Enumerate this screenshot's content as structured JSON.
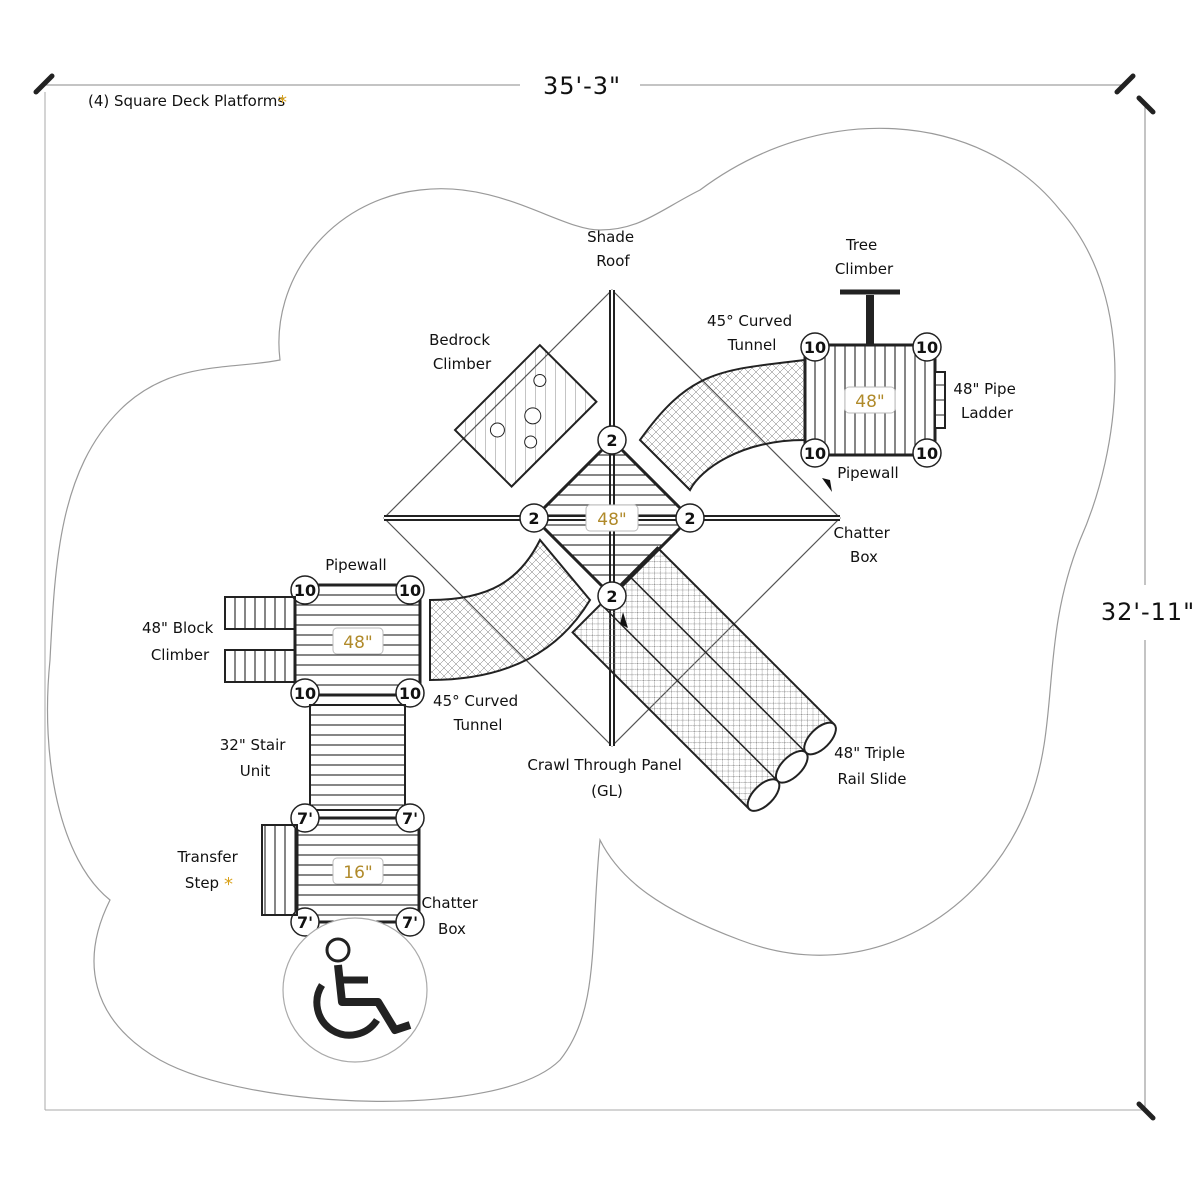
{
  "dimensions": {
    "width": "35'-3\"",
    "height": "32'-11\""
  },
  "legend": {
    "text": "(4) Square Deck Platforms",
    "marker": "*"
  },
  "colors": {
    "accent": "#d9a21c",
    "deck_label": "#b08a2a",
    "line": "#111111",
    "boundary": "#9a9a9a"
  },
  "decks": {
    "center": "48\"",
    "right": "48\"",
    "left": "48\"",
    "bottom": "16\""
  },
  "posts": {
    "center": "2",
    "right": "10",
    "left": "10",
    "bottom": "7'"
  },
  "labels": {
    "shade_roof": [
      "Shade",
      "Roof"
    ],
    "tree_climber": [
      "Tree",
      "Climber"
    ],
    "curved_tunnel_top": [
      "45° Curved",
      "Tunnel"
    ],
    "bedrock_climber": [
      "Bedrock",
      "Climber"
    ],
    "pipe_ladder": [
      "48\" Pipe",
      "Ladder"
    ],
    "pipewall_right": [
      "Pipewall"
    ],
    "chatter_box_right": [
      "Chatter",
      "Box"
    ],
    "pipewall_left": [
      "Pipewall"
    ],
    "block_climber": [
      "48\" Block",
      "Climber"
    ],
    "curved_tunnel_bottom": [
      "45° Curved",
      "Tunnel"
    ],
    "stair_unit": [
      "32\" Stair",
      "Unit"
    ],
    "crawl_panel": [
      "Crawl Through Panel",
      "(GL)"
    ],
    "triple_slide": [
      "48\" Triple",
      "Rail Slide"
    ],
    "transfer_step": [
      "Transfer",
      "Step"
    ],
    "chatter_box_bottom": [
      "Chatter",
      "Box"
    ]
  },
  "icons": {
    "accessibility": "wheelchair-icon"
  }
}
